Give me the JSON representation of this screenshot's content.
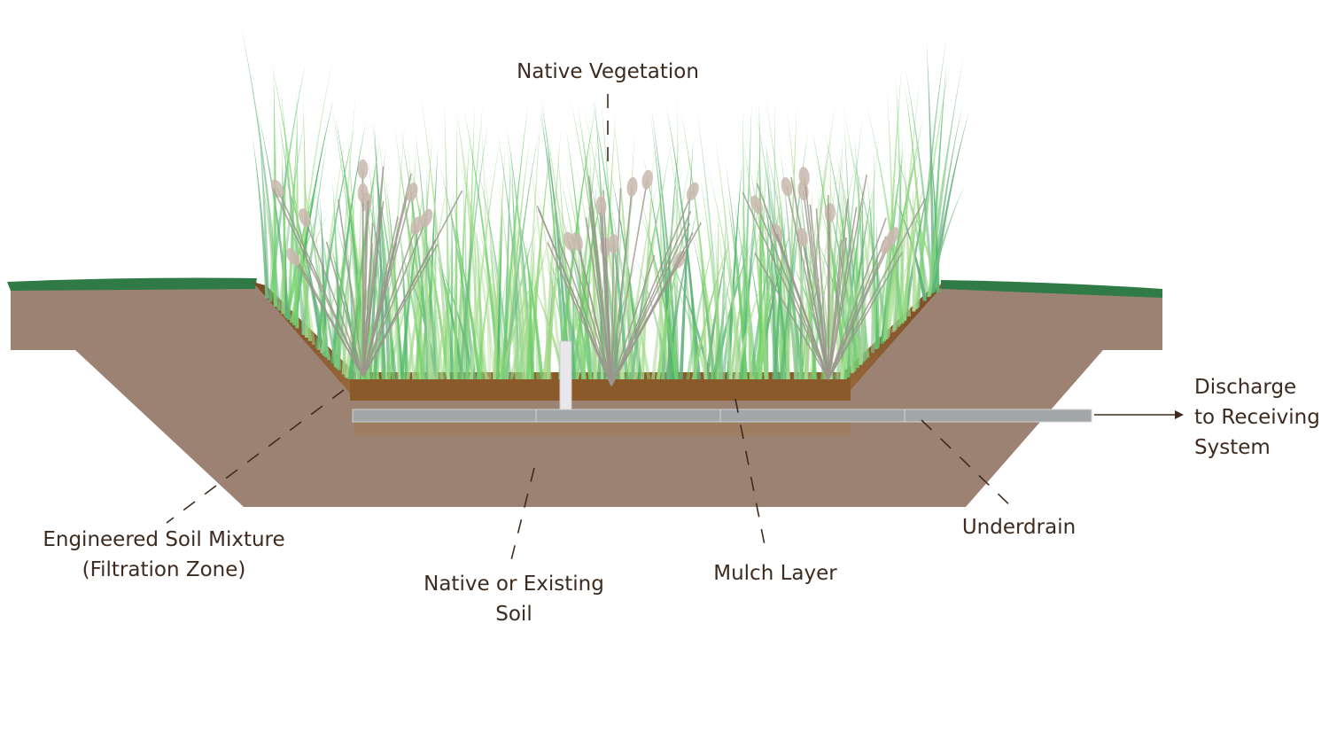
{
  "labels": {
    "native_vegetation": "Native Vegetation",
    "discharge": [
      "Discharge",
      "to Receiving",
      "System"
    ],
    "engineered_soil": [
      "Engineered Soil Mixture",
      "(Filtration Zone)"
    ],
    "native_soil": [
      "Native or Existing",
      "Soil"
    ],
    "mulch_layer": "Mulch Layer",
    "underdrain": "Underdrain"
  },
  "colors": {
    "native_soil": "#9b8272",
    "mulch": "#8b5a2b",
    "turf": "#2f7a45",
    "pipe": "#a3a6a8",
    "text": "#3d2b1f"
  }
}
